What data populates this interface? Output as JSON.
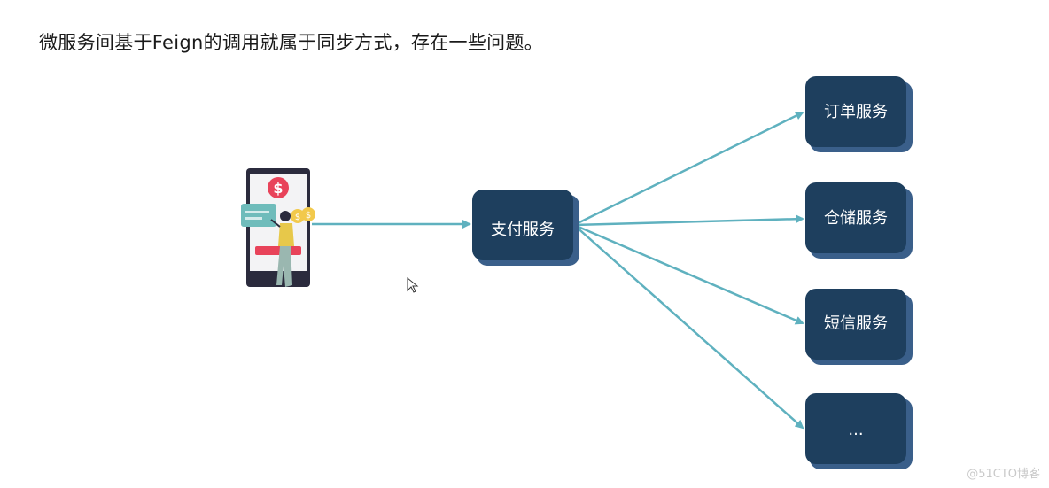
{
  "headline": "微服务间基于Feign的调用就属于同步方式，存在一些问题。",
  "source_node": {
    "label": "支付服务"
  },
  "target_nodes": [
    {
      "label": "订单服务"
    },
    {
      "label": "仓储服务"
    },
    {
      "label": "短信服务"
    },
    {
      "label": "..."
    }
  ],
  "watermark": "@51CTO博客",
  "colors": {
    "box_fill": "#1e3f5e",
    "box_shadow": "#3a5f8a",
    "arrow": "#5fb1bf",
    "text": "#ffffff"
  },
  "icons": {
    "payment_illustration": "phone-payment-icon",
    "dollar_sign": "$",
    "cursor": "mouse-cursor-icon"
  }
}
